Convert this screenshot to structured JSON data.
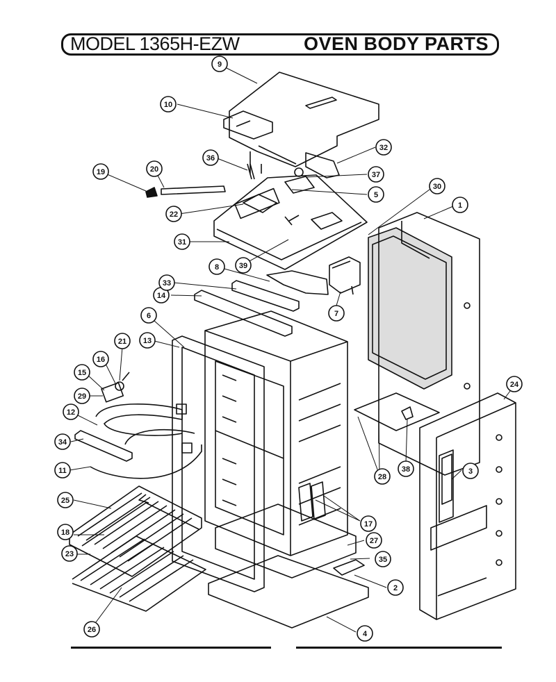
{
  "header": {
    "model": "MODEL 1365H-EZW",
    "section": "OVEN BODY PARTS"
  },
  "callouts": [
    {
      "id": "1"
    },
    {
      "id": "2"
    },
    {
      "id": "3"
    },
    {
      "id": "4"
    },
    {
      "id": "5"
    },
    {
      "id": "6"
    },
    {
      "id": "7"
    },
    {
      "id": "8"
    },
    {
      "id": "9"
    },
    {
      "id": "10"
    },
    {
      "id": "11"
    },
    {
      "id": "12"
    },
    {
      "id": "13"
    },
    {
      "id": "14"
    },
    {
      "id": "15"
    },
    {
      "id": "16"
    },
    {
      "id": "17"
    },
    {
      "id": "18"
    },
    {
      "id": "19"
    },
    {
      "id": "20"
    },
    {
      "id": "21"
    },
    {
      "id": "22"
    },
    {
      "id": "23"
    },
    {
      "id": "24"
    },
    {
      "id": "25"
    },
    {
      "id": "26"
    },
    {
      "id": "27"
    },
    {
      "id": "28"
    },
    {
      "id": "29"
    },
    {
      "id": "30"
    },
    {
      "id": "31"
    },
    {
      "id": "32"
    },
    {
      "id": "33"
    },
    {
      "id": "34"
    },
    {
      "id": "35"
    },
    {
      "id": "36"
    },
    {
      "id": "37"
    },
    {
      "id": "38"
    },
    {
      "id": "39"
    }
  ]
}
